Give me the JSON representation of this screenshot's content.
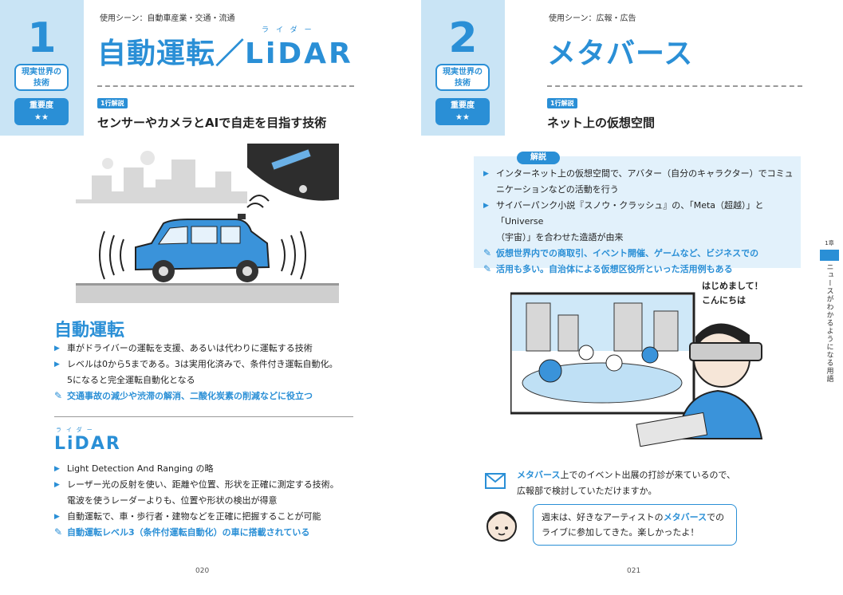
{
  "left": {
    "number": "1",
    "category": "現実世界の技術",
    "importance_label": "重要度",
    "importance_stars": "★★",
    "scene": "使用シーン：自動車産業・交通・流通",
    "title_main": "自動運転／",
    "title_lidar": "LiDAR",
    "title_ruby": "ライダー",
    "oneline_tag": "1行解説",
    "oneline": "センサーやカメラとAIで自走を目指す技術",
    "sec1_title": "自動運転",
    "sec1_items": [
      "車がドライバーの運転を支援、あるいは代わりに運転する技術",
      "レベルは0から5まである。3は実用化済みで、条件付き運転自動化。",
      "5になると完全運転自動化となる"
    ],
    "sec1_note": "交通事故の減少や渋滞の解消、二酸化炭素の削減などに役立つ",
    "sec2_title": "LiDAR",
    "sec2_ruby": "ライダー",
    "sec2_items": [
      "Light Detection And Ranging の略",
      "レーザー光の反射を使い、距離や位置、形状を正確に測定する技術。",
      "電波を使うレーダーよりも、位置や形状の検出が得意",
      "自動運転で、車・歩行者・建物などを正確に把握することが可能"
    ],
    "sec2_note": "自動運転レベル3（条件付運転自動化）の車に搭載されている",
    "folio": "020"
  },
  "right": {
    "number": "2",
    "category": "現実世界の技術",
    "importance_label": "重要度",
    "importance_stars": "★★",
    "scene": "使用シーン：広報・広告",
    "title": "メタバース",
    "oneline_tag": "1行解説",
    "oneline": "ネット上の仮想空間",
    "explain_label": "解説",
    "explain_items": [
      "インターネット上の仮想空間で、アバター（自分のキャラクター）でコミュ",
      "ニケーションなどの活動を行う",
      "サイバーパンク小説『スノウ・クラッシュ』の、「Meta（超越）」と「Universe",
      "（宇宙）」を合わせた造語が由来"
    ],
    "explain_note_1": "仮想世界内での商取引、イベント開催、ゲームなど、ビジネスでの",
    "explain_note_2": "活用も多い。自治体による仮想区役所といった活用例もある",
    "illus_bubble": "はじめまして！こんにちは",
    "chapter_label": "1章",
    "chapter_title": "ニュースがわかるようになる用語",
    "mail_hl": "メタバース",
    "mail_rest": "上でのイベント出展の打診が来ているので、",
    "mail_line2": "広報部で検討していただけますか。",
    "chat_1a": "週末は、好きなアーティストの",
    "chat_hl": "メタバース",
    "chat_1b": "での",
    "chat_2": "ライブに参加してきた。楽しかったよ！",
    "folio": "021"
  },
  "colors": {
    "accent": "#2a8fd6",
    "light": "#c9e4f5",
    "box": "#e2f1fb"
  }
}
